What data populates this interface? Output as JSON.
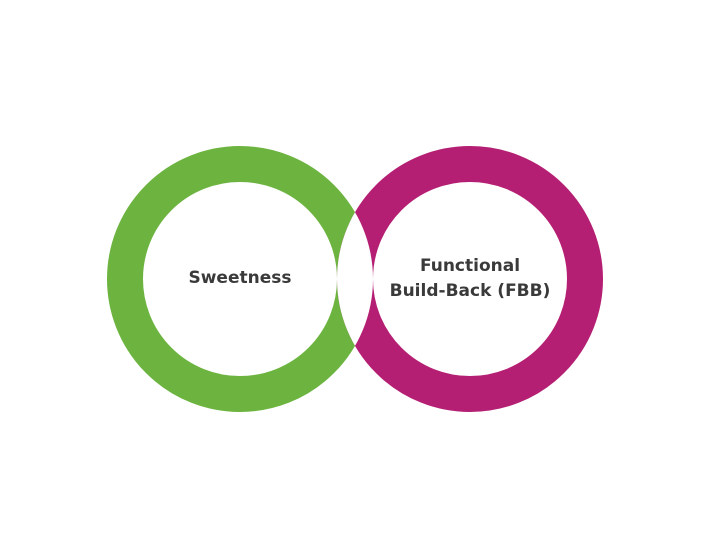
{
  "circles": [
    {
      "label": "Sweetness",
      "color": "#6cb43f"
    },
    {
      "label_line1": "Functional",
      "label_line2": "Build-Back (FBB)",
      "color": "#b51f73"
    }
  ]
}
